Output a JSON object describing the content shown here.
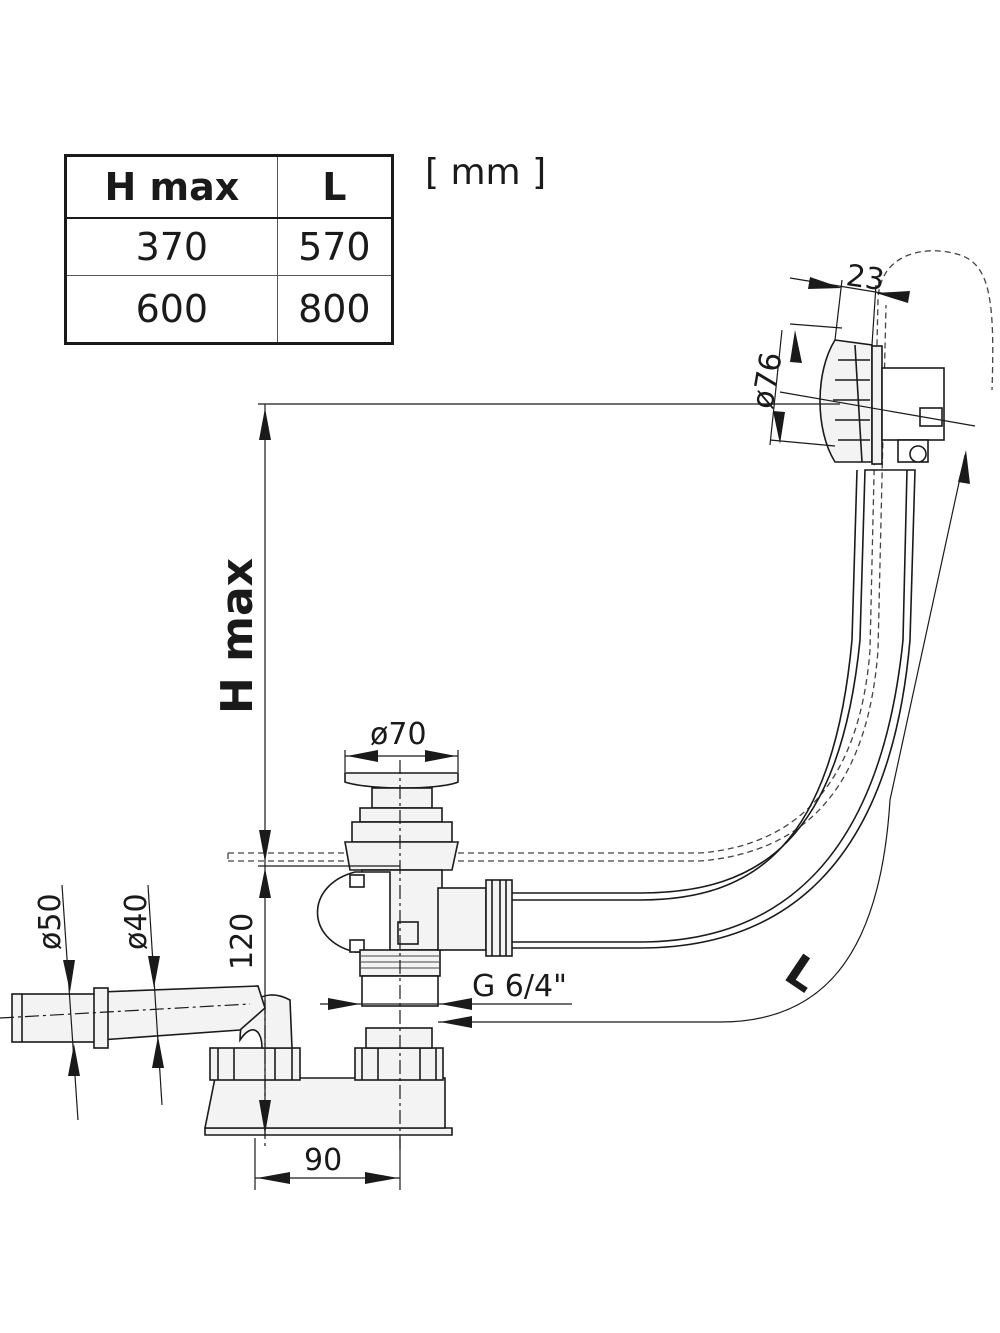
{
  "table": {
    "headers": [
      "H max",
      "L"
    ],
    "rows": [
      [
        "370",
        "570"
      ],
      [
        "600",
        "800"
      ]
    ]
  },
  "unit": "[ mm ]",
  "labels": {
    "hmax": "H max",
    "l": "L",
    "d76": "ø76",
    "w23": "23",
    "d70": "ø70",
    "h120": "120",
    "d50": "ø50",
    "d40": "ø40",
    "w90": "90",
    "thread": "G 6/4\""
  }
}
